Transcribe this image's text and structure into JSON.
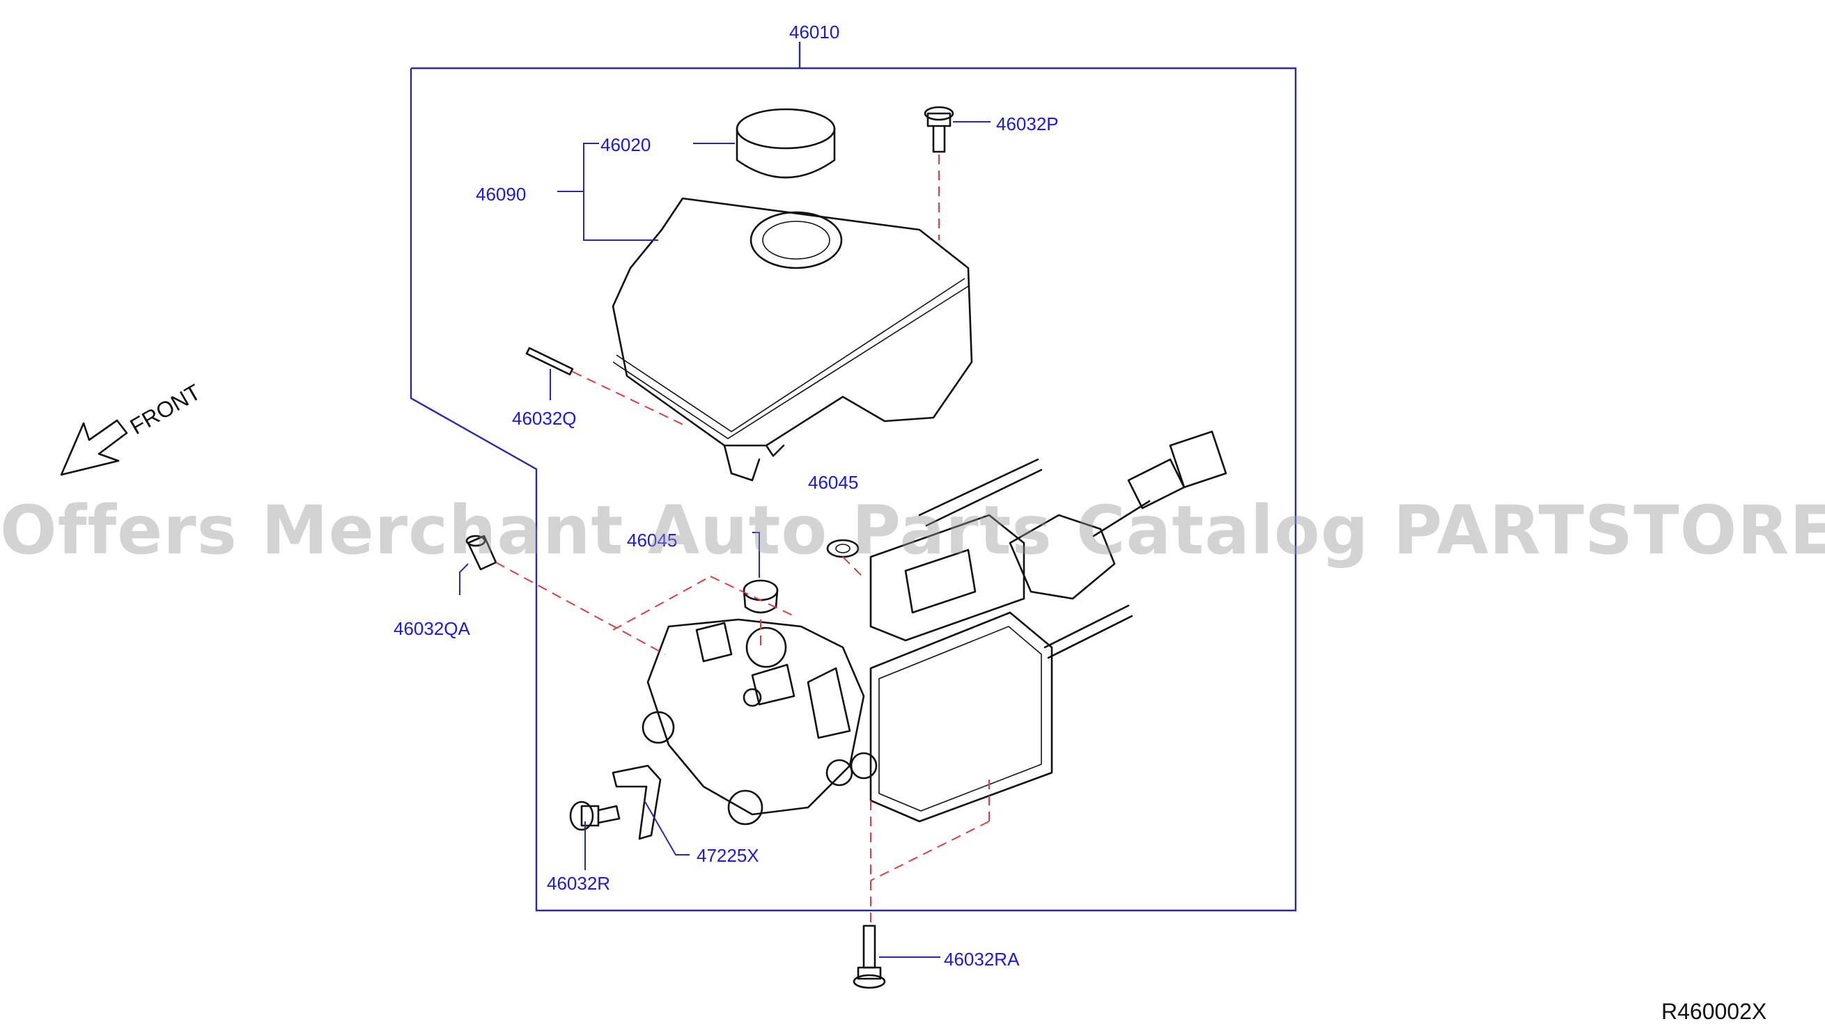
{
  "labels": {
    "assembly": "46010",
    "cap": "46020",
    "reservoir": "46090",
    "bolt_top": "46032P",
    "pin": "46032Q",
    "pin_front": "46032QA",
    "grommet_a": "46045",
    "grommet_b": "46045",
    "bolt_bottom_left": "46032R",
    "bracket": "47225X",
    "bolt_bottom": "46032RA"
  },
  "direction_label": "FRONT",
  "diagram_code": "R460002X",
  "watermark": "Offers Merchant Auto Parts Catalog PARTSTORE.SA",
  "colors": {
    "callout_text": "#1a1adc",
    "leader_line": "#2a2aa8",
    "dashed_line": "#e23a3a",
    "part_line": "#111111"
  }
}
